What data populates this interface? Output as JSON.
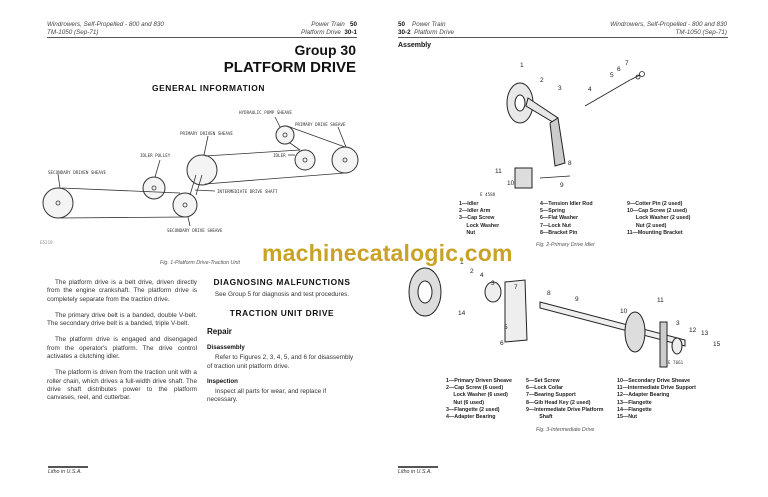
{
  "left_page": {
    "header": {
      "title": "Windrowers, Self-Propelled  -  800 and 830",
      "manual": "TM-1050   (Sep-71)",
      "section": "Power Train",
      "section_no": "50",
      "subsection": "Platform Drive",
      "page_no": "30-1"
    },
    "group": "Group 30",
    "title": "PLATFORM DRIVE",
    "heading": "GENERAL INFORMATION",
    "figure1": {
      "labels": {
        "hydraulic": "HYDRAULIC PUMP SHEAVE",
        "primary_drive": "PRIMARY DRIVE SHEAVE",
        "primary_driven": "PRIMARY DRIVEN SHEAVE",
        "idler_pulley": "IDLER PULLEY",
        "idler": "IDLER",
        "secondary_driven": "SECONDARY DRIVEN SHEAVE",
        "intermediate": "INTERMEDIATE DRIVE SHAFT",
        "secondary_drive": "SECONDARY DRIVE SHEAVE"
      },
      "code": "E5219",
      "caption": "Fig. 1-Platform Drive-Traction Unit"
    },
    "paragraphs": [
      "The platform drive is a belt drive, driven directly from the engine crankshaft. The platform drive is completely separate from the traction drive.",
      "The primary drive belt is a banded, double V-belt. The secondary drive belt is a banded, triple V-belt.",
      "The platform drive is engaged and disengaged from the operator's platform. The drive control activates a clutching idler.",
      "The platform is driven from the traction unit with a roller chain, which drives a full-width drive shaft. The drive shaft distributes power to the platform canvases, reel, and cutterbar."
    ],
    "diagnosing": {
      "heading": "DIAGNOSING MALFUNCTIONS",
      "text": "See Group 5 for diagnosis and test procedures."
    },
    "traction": {
      "heading": "TRACTION UNIT DRIVE",
      "repair": "Repair",
      "disassembly": "Disassembly",
      "disassembly_text": "Refer to Figures 2, 3, 4, 5, and 6 for disassembly of traction unit platform drive.",
      "inspection": "Inspection",
      "inspection_text": "Inspect all parts for wear, and replace if necessary."
    },
    "footer": "Litho in U.S.A."
  },
  "right_page": {
    "header": {
      "section_no": "50",
      "section": "Power Train",
      "page_no": "30-2",
      "subsection": "Platform Drive",
      "title": "Windrowers, Self-Propelled  -  800 and 830",
      "manual": "TM-1050   (Sep-71)"
    },
    "heading": "Assembly",
    "figure2": {
      "code": "E 4588",
      "legend": [
        "1—Idler\n2—Idler Arm\n3—Cap Screw\n     Lock Washer\n     Nut",
        "4—Tension Idler Rod\n5—Spring\n6—Flat Washer\n7—Lock Nut\n8—Bracket Pin",
        "9—Cotter Pin (2 used)\n10—Cap Screw (2 used)\n      Lock Washer (2 used)\n      Nut (2 used)\n11—Mounting Bracket"
      ],
      "caption": "Fig. 2-Primary Drive Idler"
    },
    "figure3": {
      "code": "E 7661",
      "legend": [
        "1—Primary Driven Sheave\n2—Cap Screw (6 used)\n     Lock Washer (6 used)\n     Nut (6 used)\n3—Flangette (2 used)\n4—Adapter Bearing",
        "5—Set Screw\n6—Lock Collar\n7—Bearing Support\n8—Gib Head Key (2 used)\n9—Intermediate Drive Platform\n         Shaft",
        "10—Secondary Drive Sheave\n11—Intermediate Drive Support\n12—Adapter Bearing\n13—Flangette\n14—Flangette\n15—Nut"
      ],
      "caption": "Fig. 3-Intermediate Drive"
    },
    "footer": "Litho in U.S.A."
  },
  "watermark": "machinecatalogic.com",
  "colors": {
    "watermark": "#c9a227"
  }
}
